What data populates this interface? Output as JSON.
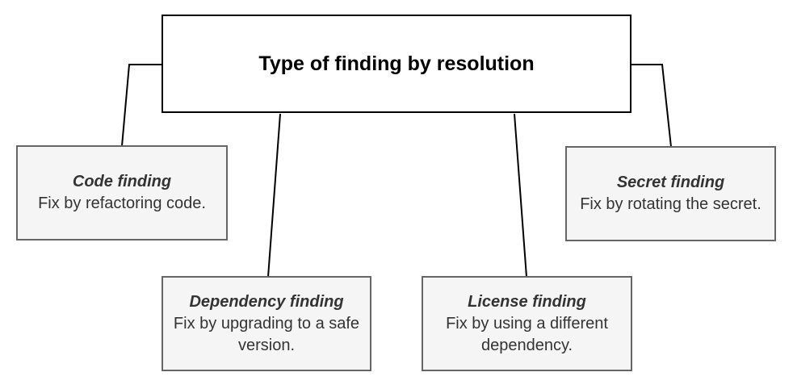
{
  "diagram": {
    "title_node": {
      "label": "Type of finding by resolution"
    },
    "nodes": [
      {
        "key": "code",
        "title": "Code finding",
        "body": "Fix by refactoring code."
      },
      {
        "key": "dependency",
        "title": "Dependency finding",
        "body": "Fix by upgrading to a safe version."
      },
      {
        "key": "license",
        "title": "License finding",
        "body": "Fix by using a different dependency."
      },
      {
        "key": "secret",
        "title": "Secret finding",
        "body": "Fix by rotating the secret."
      }
    ],
    "colors": {
      "root_background": "#ffffff",
      "root_border": "#000000",
      "node_background": "#f5f5f5",
      "node_border": "#666666",
      "node_text": "#333333",
      "connector": "#000000"
    }
  }
}
